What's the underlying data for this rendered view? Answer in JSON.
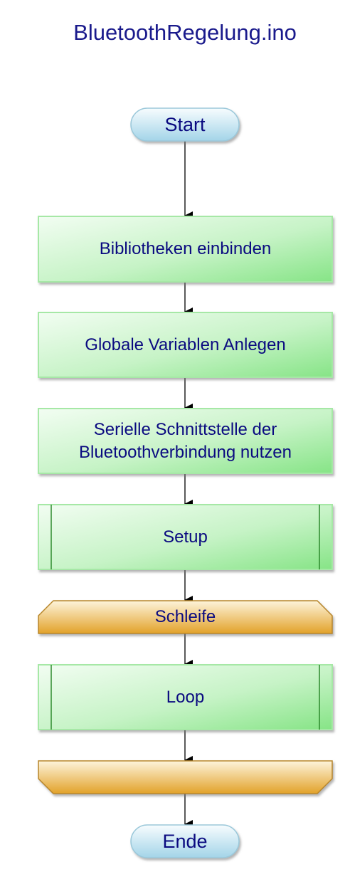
{
  "title": "BluetoothRegelung.ino",
  "nodes": {
    "start": "Start",
    "libraries": "Bibliotheken einbinden",
    "globals": "Globale Variablen Anlegen",
    "serial_line1": "Serielle Schnittstelle der",
    "serial_line2": "Bluetoothverbindung nutzen",
    "setup": "Setup",
    "loop_begin": "Schleife",
    "loop": "Loop",
    "loop_end": "",
    "end": "Ende"
  },
  "colors": {
    "text": "#0a0a80",
    "process_fill_top": "#eefcee",
    "process_fill_bottom": "#90e890",
    "process_border": "#9be59b",
    "terminal_fill_top": "#f2fafd",
    "terminal_fill_bottom": "#a9d7ea",
    "loop_fill_top": "#fdf2d8",
    "loop_fill_bottom": "#e3a52b",
    "loop_border": "#b88a2a",
    "arrow": "#000000"
  }
}
